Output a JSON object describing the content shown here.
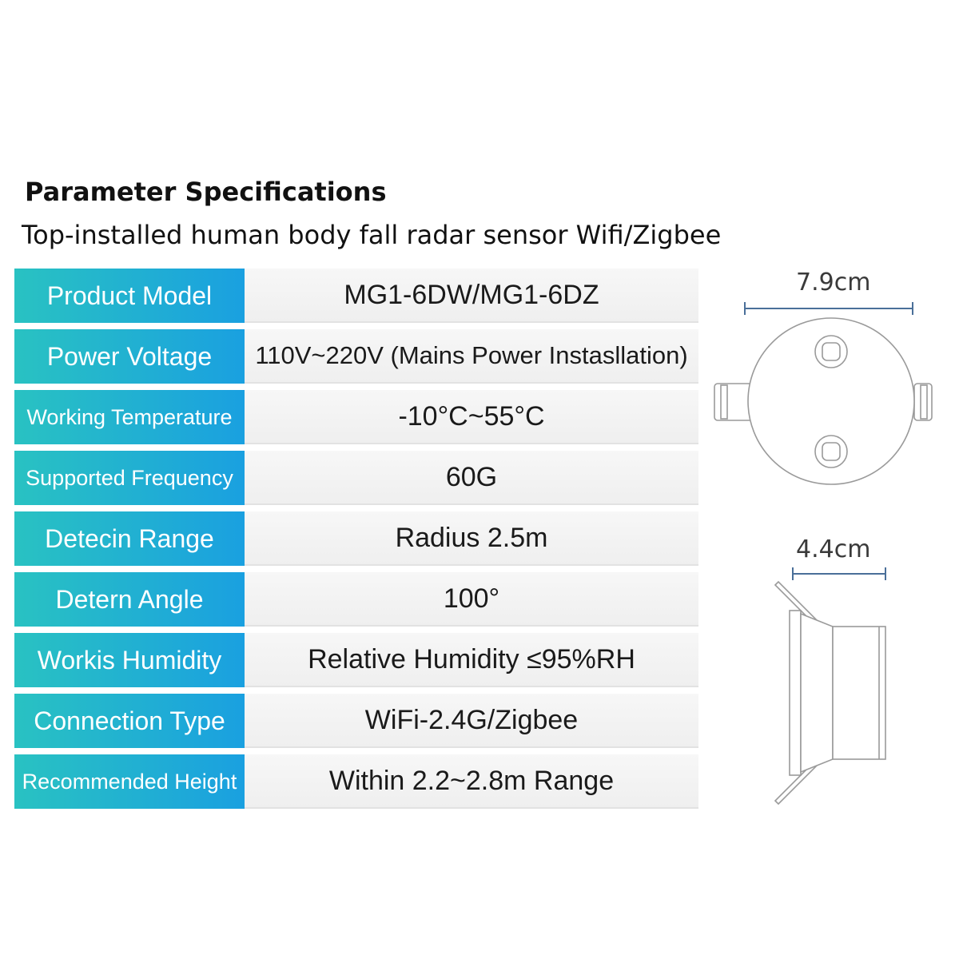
{
  "heading": "Parameter Specifications",
  "subheading": "Top-installed human body fall radar sensor Wifi/Zigbee",
  "colors": {
    "label_top": "#29c2c2",
    "label_bottom": "#1aa0e0",
    "value_bg": "#f2f2f2",
    "line": "#4a6f99"
  },
  "specs": [
    {
      "label": "Product Model",
      "value": "MG1-6DW/MG1-6DZ"
    },
    {
      "label": "Power Voltage",
      "value": "110V~220V (Mains Power Instasllation)"
    },
    {
      "label": "Working Temperature",
      "value": "-10°C~55°C"
    },
    {
      "label": "Supported Frequency",
      "value": "60G"
    },
    {
      "label": "Detecin Range",
      "value": "Radius 2.5m"
    },
    {
      "label": "Detern Angle",
      "value": "100°"
    },
    {
      "label": "Workis Humidity",
      "value": "Relative Humidity ≤95%RH"
    },
    {
      "label": "Connection Type",
      "value": "WiFi-2.4G/Zigbee"
    },
    {
      "label": "Recommended Height",
      "value": "Within 2.2~2.8m Range"
    }
  ],
  "dimensions": {
    "diameter": "7.9cm",
    "height": "4.4cm"
  }
}
